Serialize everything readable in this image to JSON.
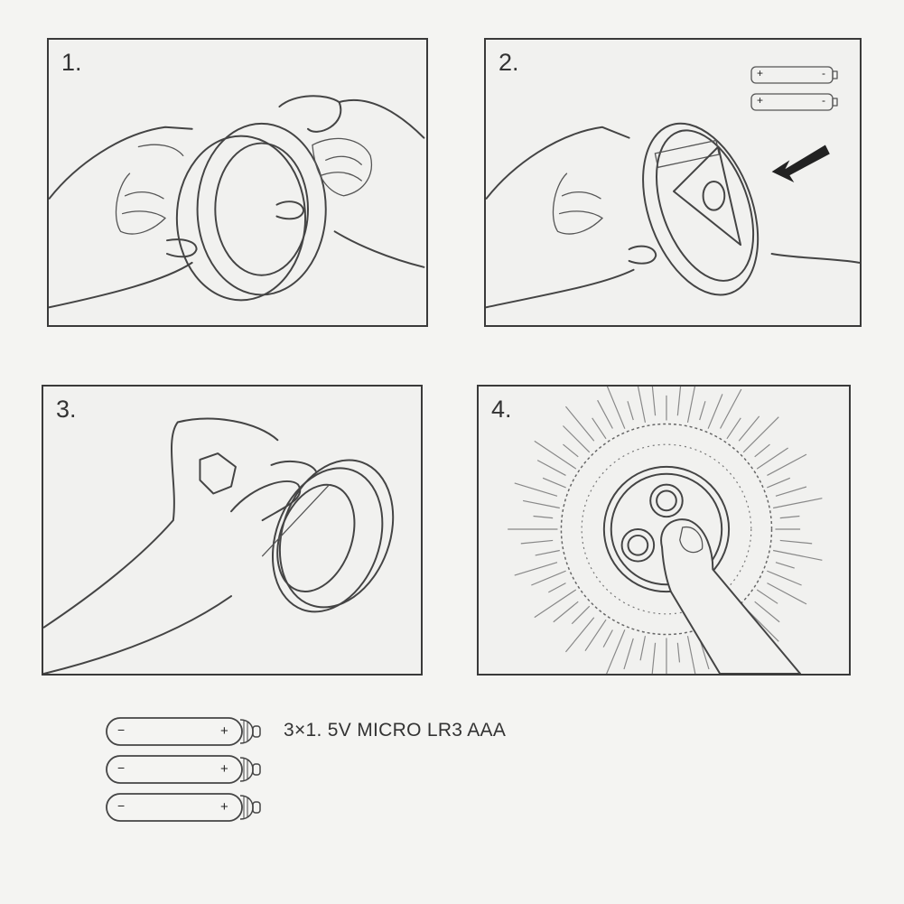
{
  "steps": [
    {
      "label": "1."
    },
    {
      "label": "2."
    },
    {
      "label": "3."
    },
    {
      "label": "4."
    }
  ],
  "batteries": {
    "count": 3,
    "spec": "3×1. 5V MICRO LR3 AAA",
    "minus": "−",
    "plus": "+"
  },
  "mini_batteries": {
    "minus": "-",
    "plus": "+"
  }
}
